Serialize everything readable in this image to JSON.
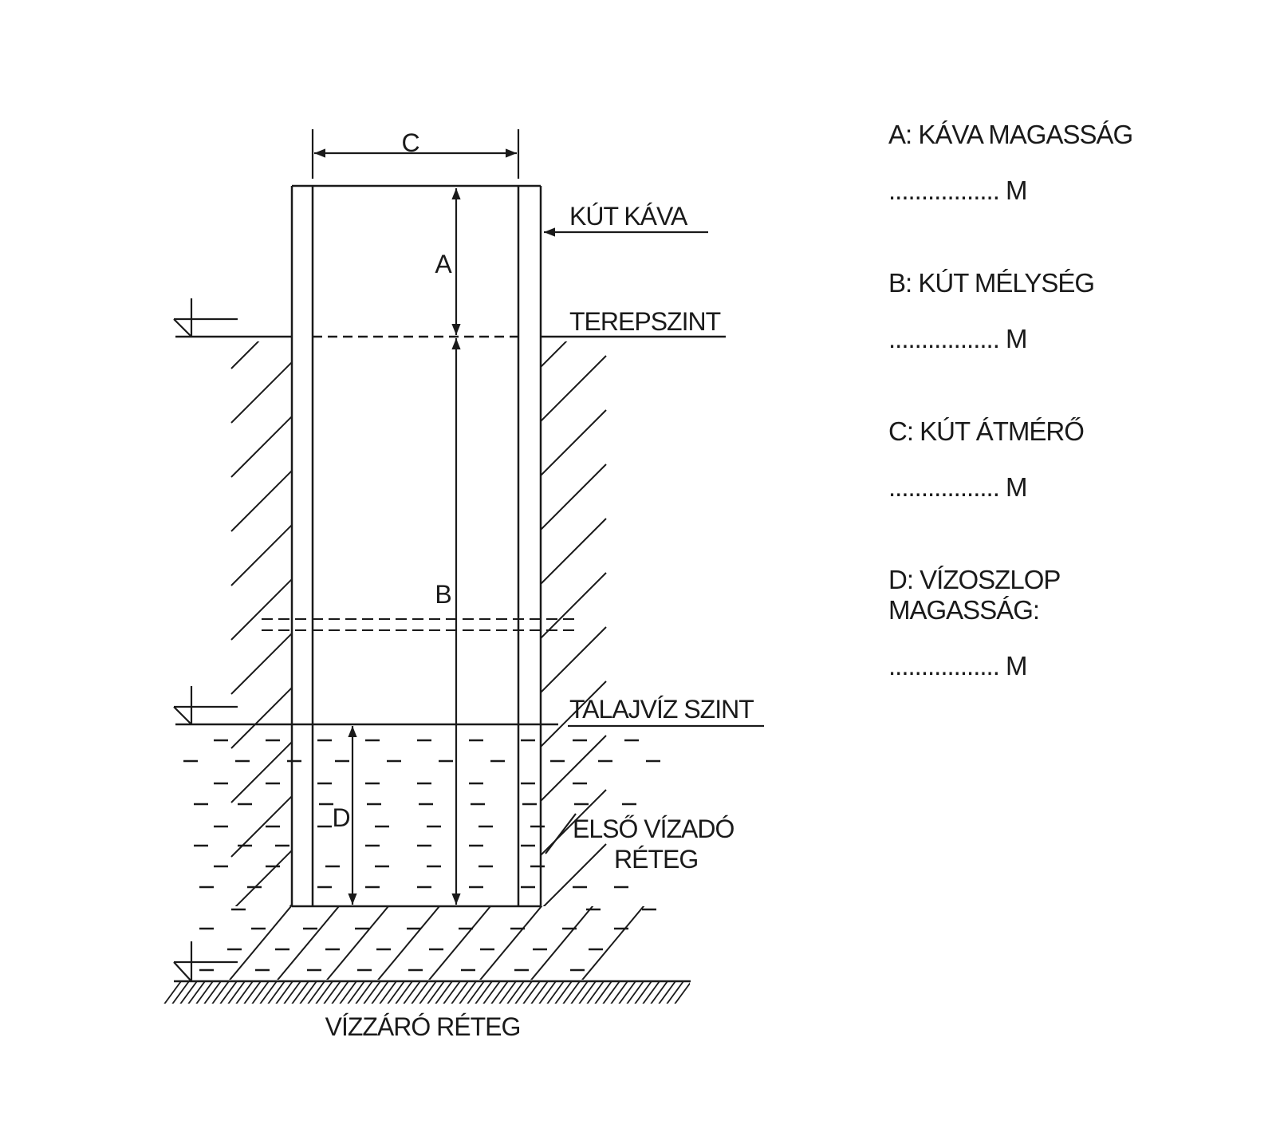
{
  "diagram": {
    "dimensions": {
      "a": "A",
      "b": "B",
      "c": "C",
      "d": "D"
    },
    "callouts": {
      "well_collar": "KÚT KÁVA",
      "ground_level": "TEREPSZINT",
      "groundwater_level": "TALAJVÍZ SZINT",
      "aquifer_line1": "ELSŐ VÍZADÓ",
      "aquifer_line2": "RÉTEG",
      "impermeable_layer": "VÍZZÁRÓ RÉTEG"
    }
  },
  "legend": {
    "items": [
      {
        "title": "A: KÁVA MAGASSÁG",
        "value": "................. M"
      },
      {
        "title": "B: KÚT MÉLYSÉG",
        "value": "................. M"
      },
      {
        "title": "C: KÚT ÁTMÉRŐ",
        "value": "................. M"
      },
      {
        "title": "D: VÍZOSZLOP\nMAGASSÁG:",
        "value": "................. M"
      }
    ]
  },
  "colors": {
    "ink": "#1a1a1a",
    "background": "#ffffff"
  }
}
